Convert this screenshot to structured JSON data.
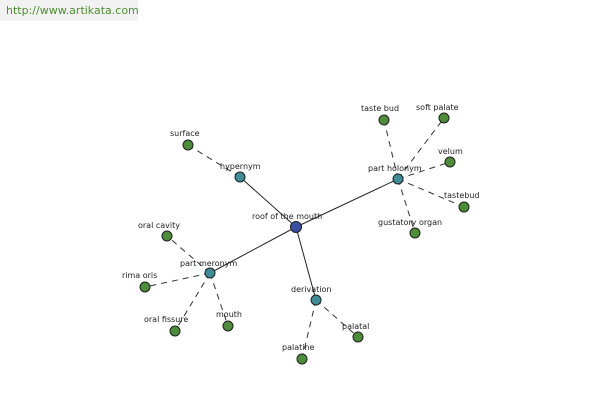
{
  "site_url": "http://www.artikata.com",
  "colors": {
    "center": "#3a4fa3",
    "relation": "#3e8e98",
    "leaf": "#4d8d3a",
    "url_text": "#4e8f2f",
    "url_bg": "#f2f2f2"
  },
  "graph": {
    "center": "roof of the mouth",
    "relations": [
      {
        "label": "hypernym",
        "terms": [
          "surface"
        ]
      },
      {
        "label": "part holonym",
        "terms": [
          "taste bud",
          "soft palate",
          "velum",
          "tastebud",
          "gustatory organ"
        ]
      },
      {
        "label": "part meronym",
        "terms": [
          "oral cavity",
          "rima oris",
          "oral fissure",
          "mouth"
        ]
      },
      {
        "label": "derivation",
        "terms": [
          "palatal",
          "palatine"
        ]
      }
    ]
  }
}
